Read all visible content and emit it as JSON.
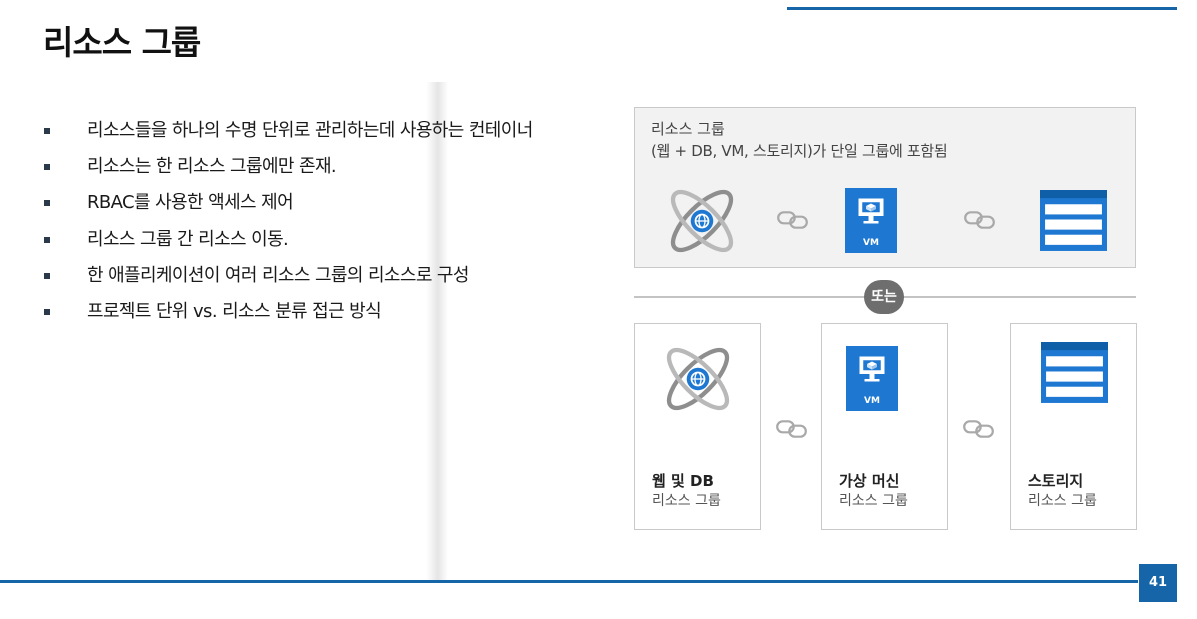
{
  "slide": {
    "title": "리소스 그룹",
    "page_number": "41"
  },
  "bullets": [
    "리소스들을 하나의 수명 단위로 관리하는데 사용하는 컨테이너",
    "리소스는 한 리소스 그룹에만 존재.",
    "RBAC를 사용한 액세스 제어",
    "리소스 그룹 간 리소스 이동.",
    "한 애플리케이션이 여러 리소스 그룹의 리소스로 구성",
    "프로젝트 단위 vs. 리소스 분류 접근 방식"
  ],
  "diagram": {
    "single_group": {
      "title": "리소스 그룹",
      "subtitle": "(웹 + DB, VM, 스토리지)가 단일 그룹에 포함됨"
    },
    "or_label": "또는",
    "vm_label": "VM",
    "groups": [
      {
        "name": "웹 및 DB",
        "sub": "리소스 그룹"
      },
      {
        "name": "가상 머신",
        "sub": "리소스 그룹"
      },
      {
        "name": "스토리지",
        "sub": "리소스 그룹"
      }
    ],
    "icons": [
      "web-app-icon",
      "link-icon",
      "virtual-machine-icon",
      "storage-icon"
    ],
    "colors": {
      "accent": "#1565a8",
      "icon_blue": "#1e78d2",
      "panel_bg": "#f2f2f2",
      "badge": "#6e6e6e"
    }
  }
}
